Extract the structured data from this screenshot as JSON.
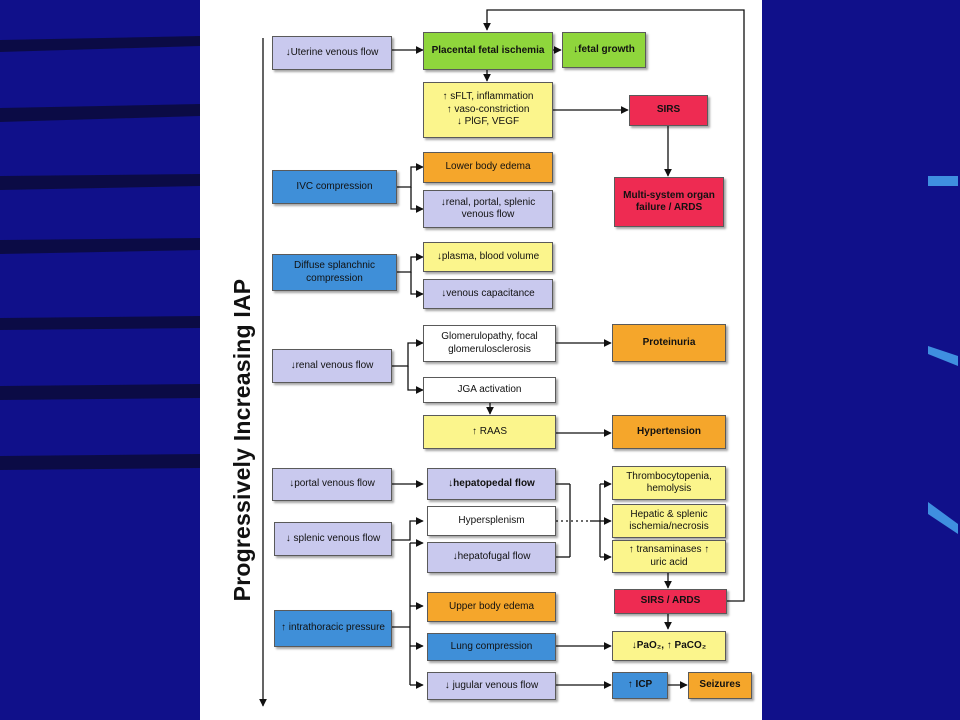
{
  "colors": {
    "background": "#10108a",
    "lavender": "#c9c9ee",
    "green": "#8fd63c",
    "yellow": "#fbf58c",
    "orange": "#f5a62b",
    "blue": "#3f8fd8",
    "red": "#ee2b52",
    "white": "#ffffff"
  },
  "axis_label": "Progressively Increasing IAP",
  "nodes": {
    "uterine": "↓Uterine venous flow",
    "placental": "Placental fetal ischemia",
    "fetal_growth": "↓fetal growth",
    "sflt": "↑ sFLT, inflammation\n↑ vaso-constriction\n↓ PlGF, VEGF",
    "sirs_top": "SIRS",
    "ivc": "IVC compression",
    "lower_edema": "Lower body edema",
    "renal_portal": "↓renal, portal, splenic venous flow",
    "mof": "Multi-system organ failure / ARDS",
    "diffuse": "Diffuse splanchnic compression",
    "plasma": "↓plasma, blood volume",
    "venous_cap": "↓venous capacitance",
    "renal_flow": "↓renal venous flow",
    "glomerulopathy": "Glomerulopathy, focal glomerulosclerosis",
    "proteinuria": "Proteinuria",
    "jga": "JGA activation",
    "raas": "↑ RAAS",
    "hypertension": "Hypertension",
    "portal_flow": "↓portal venous flow",
    "hepatopedal": "↓hepatopedal flow",
    "thrombocytopenia": "Thrombocytopenia, hemolysis",
    "splenic_flow": "↓ splenic venous flow",
    "hypersplenism": "Hypersplenism",
    "hepatic_ischemia": "Hepatic & splenic ischemia/necrosis",
    "hepatofugal": "↓hepatofugal flow",
    "transaminases": "↑ transaminases ↑\nuric acid",
    "intrathoracic": "↑ intrathoracic pressure",
    "upper_edema": "Upper body edema",
    "sirs_ards": "SIRS / ARDS",
    "lung": "Lung compression",
    "pao2": "↓PaO₂, ↑ PaCO₂",
    "jugular": "↓ jugular venous flow",
    "icp": "↑ ICP",
    "seizures": "Seizures"
  }
}
